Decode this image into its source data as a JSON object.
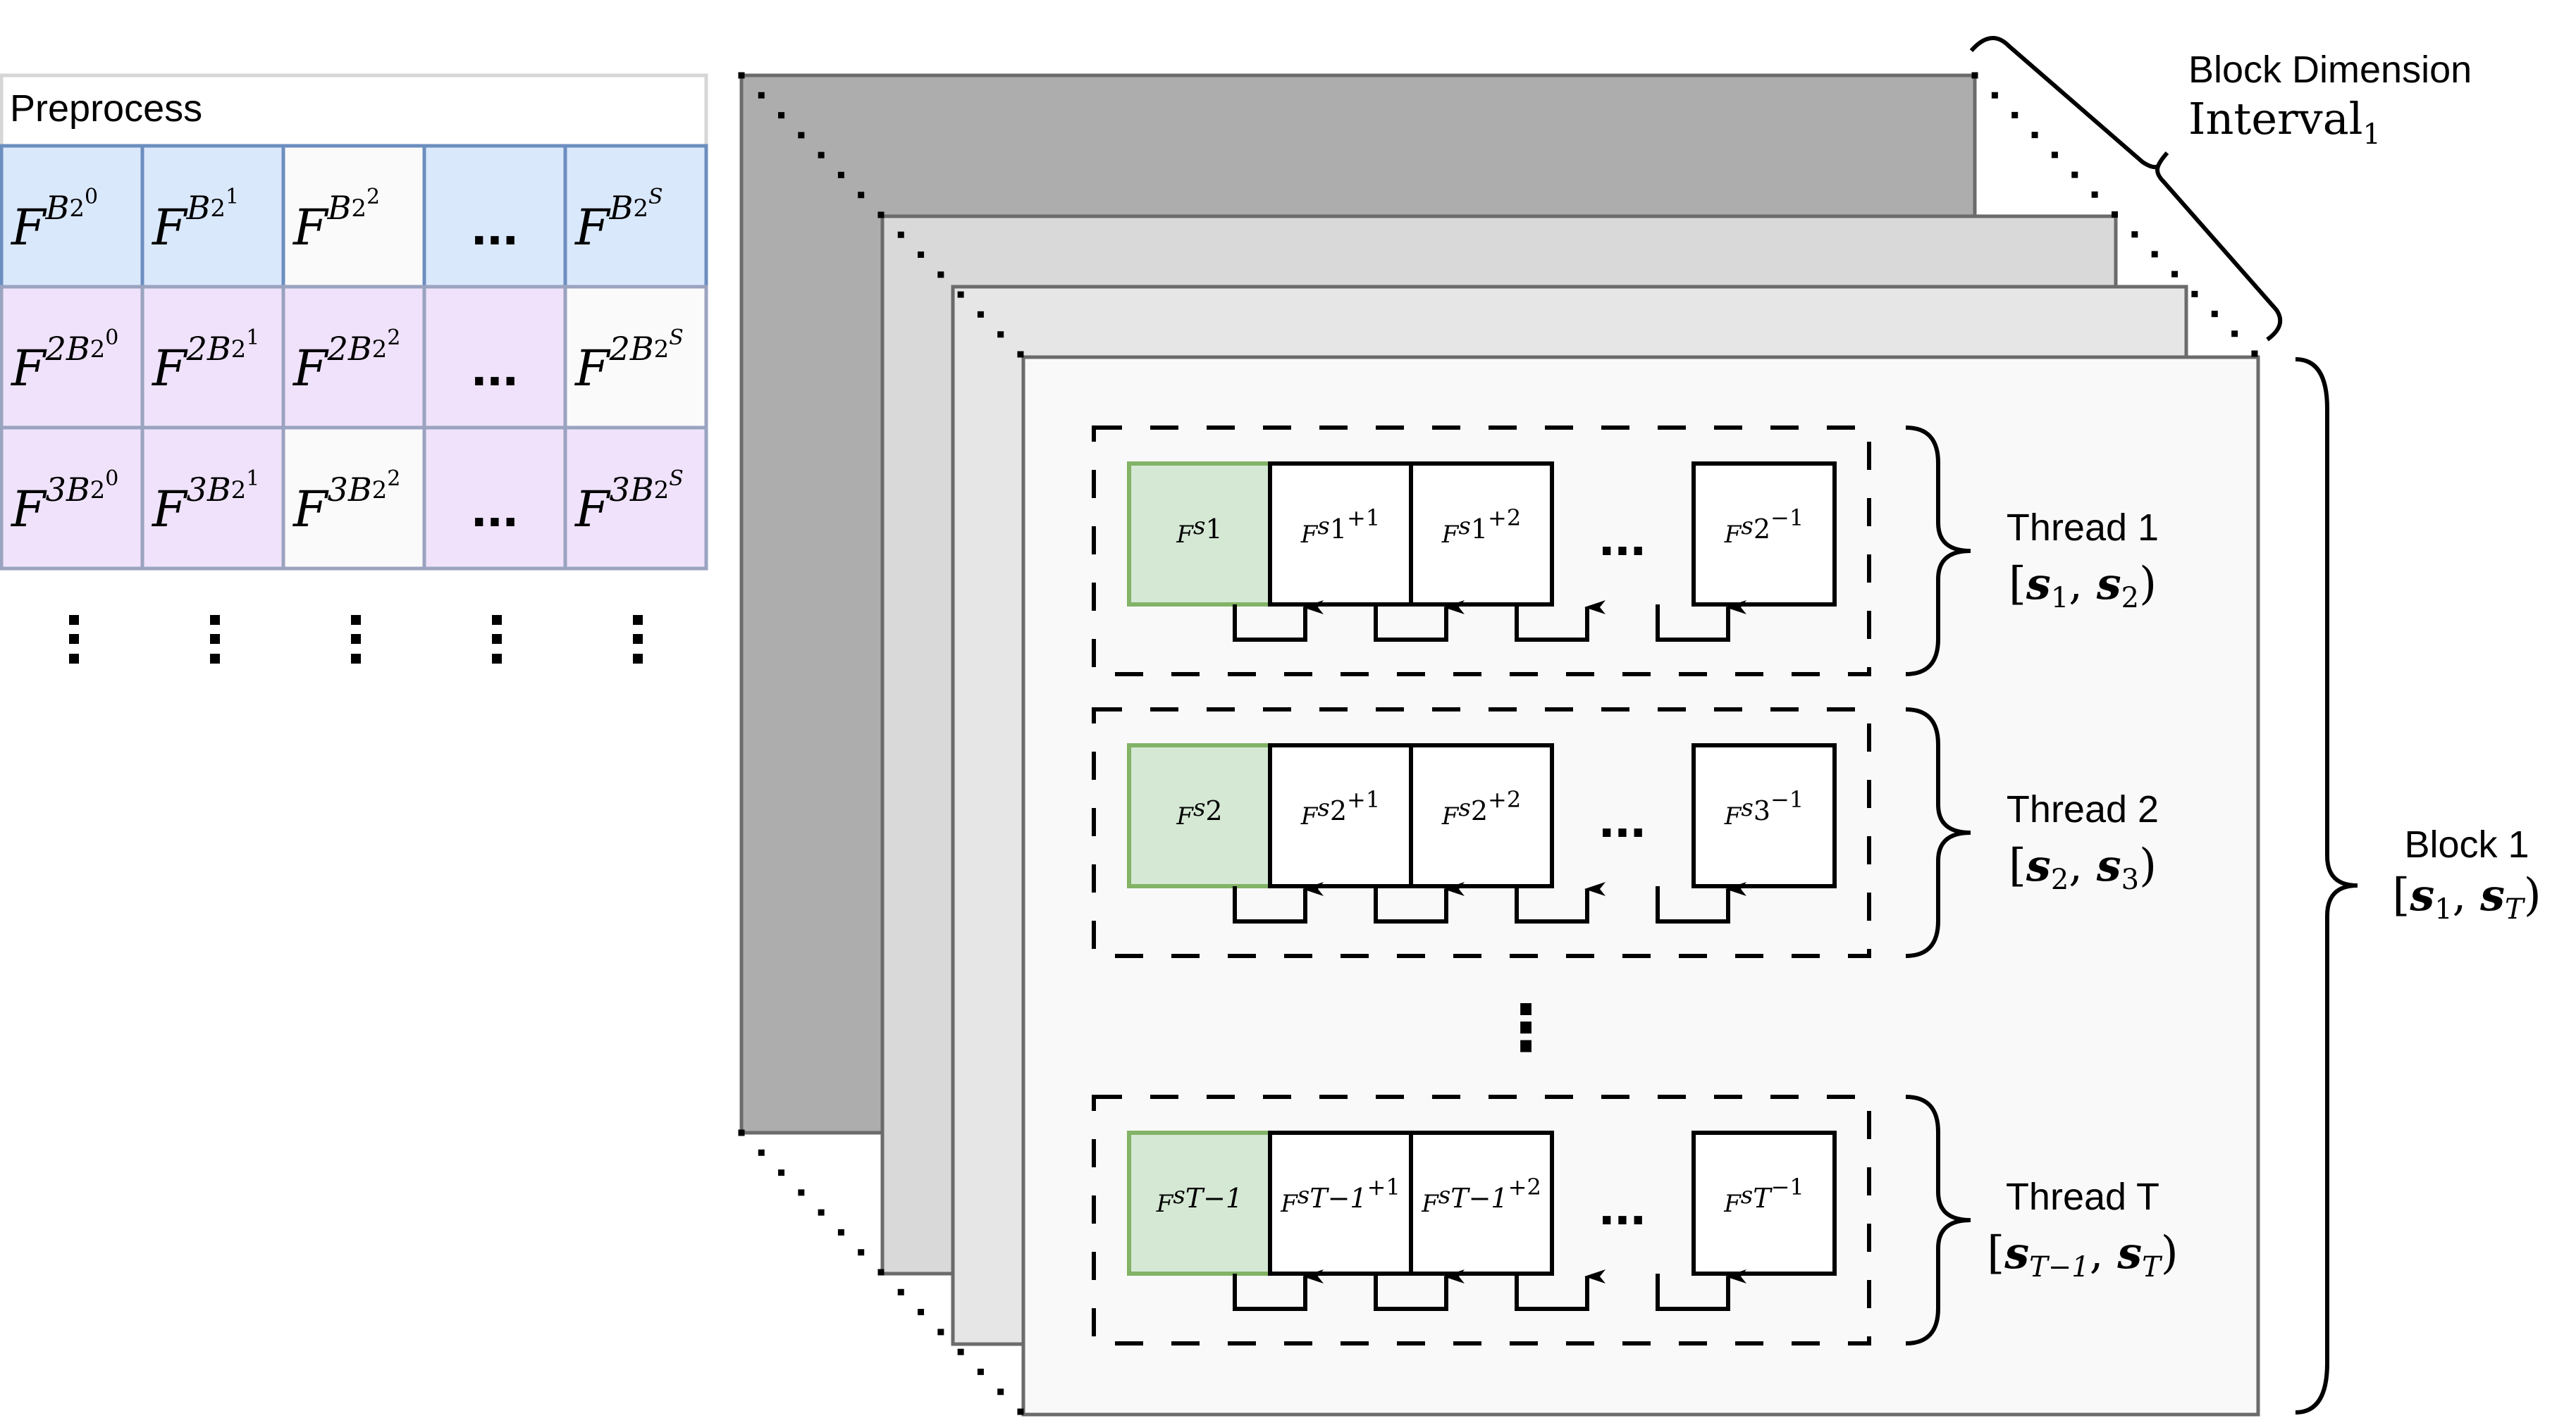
{
  "preprocess": {
    "title": "Preprocess",
    "rows": [
      {
        "kind": "blue",
        "cells": [
          {
            "base": "F",
            "sup": "B",
            "sup2": "2",
            "sup3": "0",
            "highlight": true
          },
          {
            "base": "F",
            "sup": "B",
            "sup2": "2",
            "sup3": "1",
            "highlight": true
          },
          {
            "base": "F",
            "sup": "B",
            "sup2": "2",
            "sup3": "2",
            "highlight": false
          },
          {
            "ellipsis": "...",
            "highlight": true
          },
          {
            "base": "F",
            "sup": "B",
            "sup2": "2",
            "sup3": "S",
            "highlight": true
          }
        ]
      },
      {
        "kind": "purple",
        "cells": [
          {
            "base": "F",
            "sup": "2B",
            "sup2": "2",
            "sup3": "0",
            "highlight": true
          },
          {
            "base": "F",
            "sup": "2B",
            "sup2": "2",
            "sup3": "1",
            "highlight": true
          },
          {
            "base": "F",
            "sup": "2B",
            "sup2": "2",
            "sup3": "2",
            "highlight": true
          },
          {
            "ellipsis": "...",
            "highlight": true
          },
          {
            "base": "F",
            "sup": "2B",
            "sup2": "2",
            "sup3": "S",
            "highlight": false
          }
        ]
      },
      {
        "kind": "purple",
        "cells": [
          {
            "base": "F",
            "sup": "3B",
            "sup2": "2",
            "sup3": "0",
            "highlight": true
          },
          {
            "base": "F",
            "sup": "3B",
            "sup2": "2",
            "sup3": "1",
            "highlight": true
          },
          {
            "base": "F",
            "sup": "3B",
            "sup2": "2",
            "sup3": "2",
            "highlight": false
          },
          {
            "ellipsis": "...",
            "highlight": true
          },
          {
            "base": "F",
            "sup": "3B",
            "sup2": "2",
            "sup3": "S",
            "highlight": true
          }
        ]
      }
    ],
    "continuation": "⋮"
  },
  "block_dimension": {
    "label": "Block Dimension",
    "interval_base": "Interval",
    "interval_sub": "1"
  },
  "block": {
    "label": "Block 1",
    "interval": {
      "open": "[",
      "a": "s",
      "a_sub": "1",
      "b": "s",
      "b_sub": "T",
      "close": ")"
    }
  },
  "threads": [
    {
      "label": "Thread 1",
      "interval": {
        "open": "[",
        "a": "s",
        "a_sub": "1",
        "b": "s",
        "b_sub": "2",
        "close": ")"
      },
      "cells": [
        {
          "base": "F",
          "sup": "s",
          "sub": "1",
          "tail": ""
        },
        {
          "base": "F",
          "sup": "s",
          "sub": "1",
          "tail": "+1"
        },
        {
          "base": "F",
          "sup": "s",
          "sub": "1",
          "tail": "+2"
        },
        {
          "base": "F",
          "sup": "s",
          "sub": "2",
          "tail": "−1"
        }
      ],
      "ellipsis": "..."
    },
    {
      "label": "Thread 2",
      "interval": {
        "open": "[",
        "a": "s",
        "a_sub": "2",
        "b": "s",
        "b_sub": "3",
        "close": ")"
      },
      "cells": [
        {
          "base": "F",
          "sup": "s",
          "sub": "2",
          "tail": ""
        },
        {
          "base": "F",
          "sup": "s",
          "sub": "2",
          "tail": "+1"
        },
        {
          "base": "F",
          "sup": "s",
          "sub": "2",
          "tail": "+2"
        },
        {
          "base": "F",
          "sup": "s",
          "sub": "3",
          "tail": "−1"
        }
      ],
      "ellipsis": "..."
    },
    {
      "label": "Thread T",
      "interval": {
        "open": "[",
        "a": "s",
        "a_sub": "T−1",
        "b": "s",
        "b_sub": "T",
        "close": ")"
      },
      "cells": [
        {
          "base": "F",
          "sup": "s",
          "sub": "T−1",
          "tail": ""
        },
        {
          "base": "F",
          "sup": "s",
          "sub": "T−1",
          "tail": "+1"
        },
        {
          "base": "F",
          "sup": "s",
          "sub": "T−1",
          "tail": "+2"
        },
        {
          "base": "F",
          "sup": "s",
          "sub": "T",
          "tail": "−1"
        }
      ],
      "ellipsis": "..."
    }
  ],
  "threads_continuation": "⋮",
  "colors": {
    "plane_back": "#adadad",
    "plane_2": "#d9d9d9",
    "plane_3": "#e6e6e6",
    "plane_front": "#f9f9f9",
    "plane_border": "#6b6b6b",
    "start_cell_fill": "#d5e8d4",
    "start_cell_border": "#82b366",
    "blue_fill": "#dae8fc",
    "blue_border": "#6c8ebf",
    "purple_fill": "#efe2fa",
    "purple_border": "#9aa3bf",
    "plain_fill": "#fafafa"
  }
}
